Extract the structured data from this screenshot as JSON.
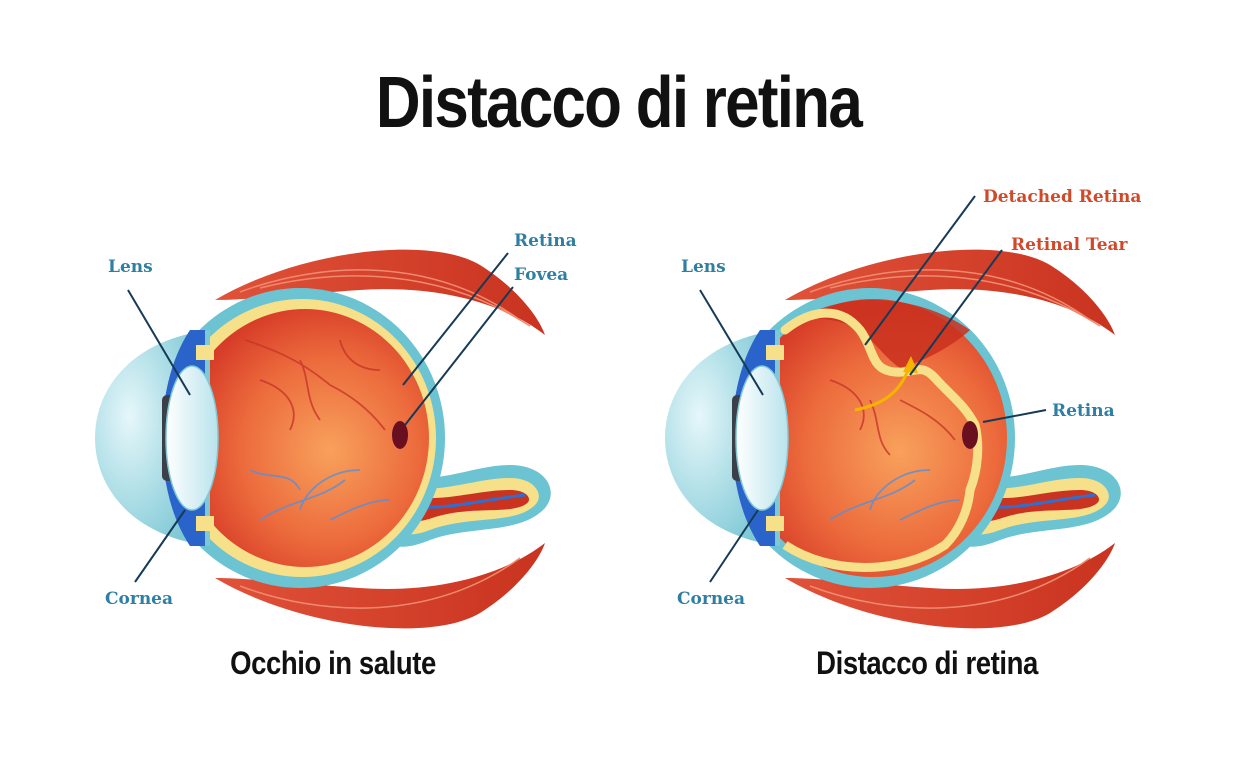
{
  "title": "Distacco di retina",
  "healthy": {
    "caption": "Occhio in salute",
    "labels": {
      "lens": "Lens",
      "cornea": "Cornea",
      "retina": "Retina",
      "fovea": "Fovea"
    }
  },
  "detached": {
    "caption": "Distacco di retina",
    "labels": {
      "lens": "Lens",
      "cornea": "Cornea",
      "retina": "Retina",
      "detached_retina": "Detached Retina",
      "retinal_tear": "Retinal Tear"
    }
  },
  "colors": {
    "label_blue": "#2e7fa3",
    "label_red": "#d2492a",
    "eyeball": "#e64a2e",
    "retina": "#f7e08a",
    "sclera": "#6cc3d2",
    "muscle": "#d9432a"
  }
}
